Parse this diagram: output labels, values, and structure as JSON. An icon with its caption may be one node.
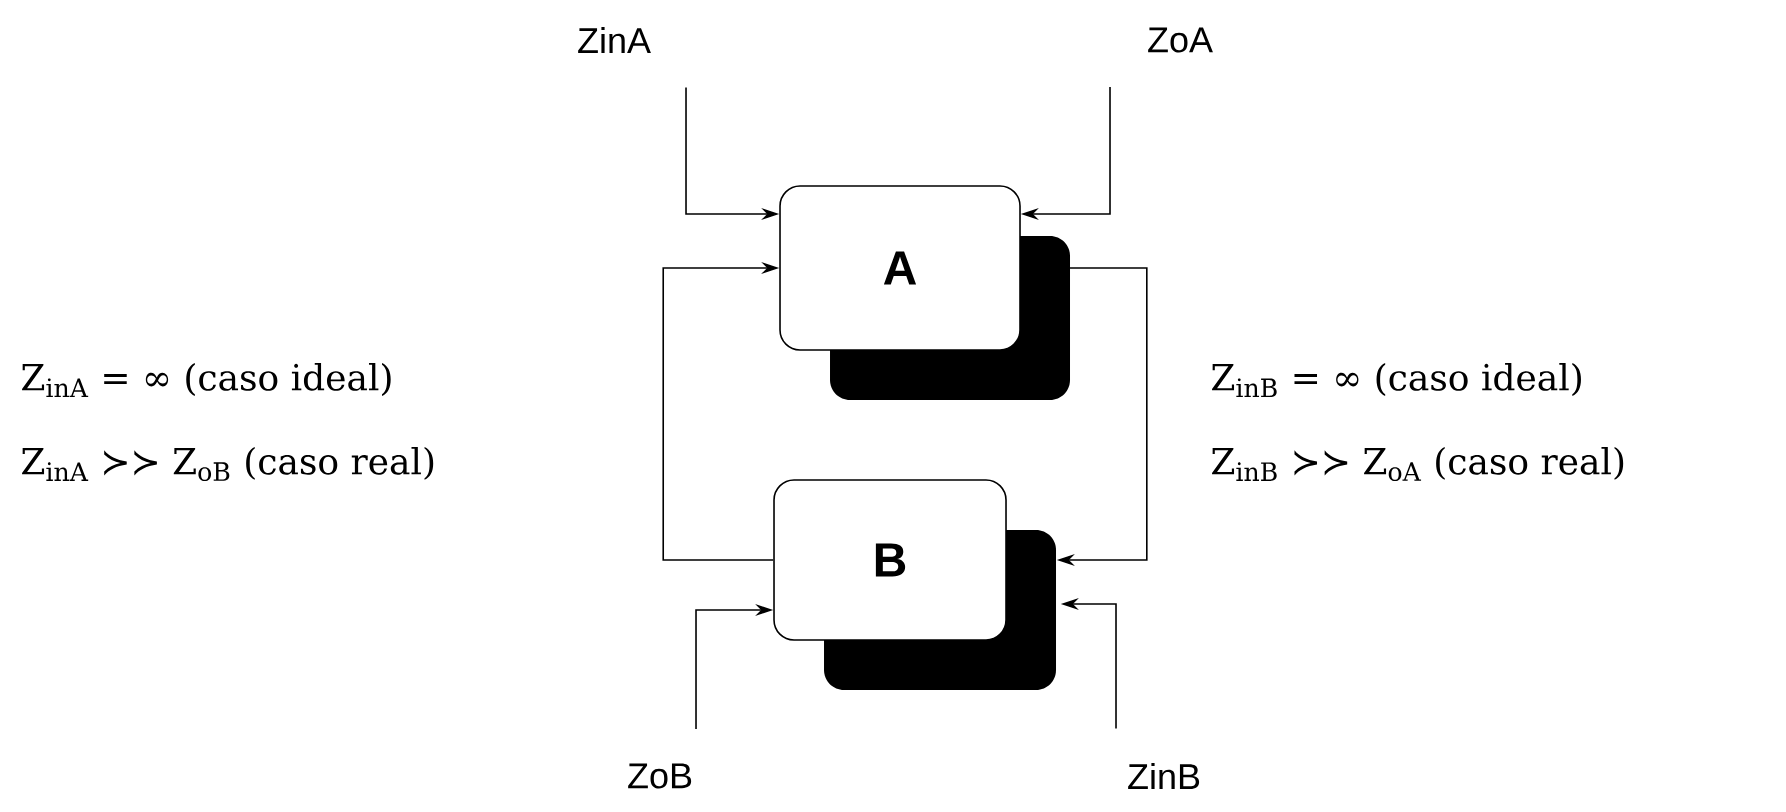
{
  "diagram": {
    "nodes": [
      {
        "text": [
          "A"
        ]
      },
      {
        "text": [
          "B"
        ]
      },
      {
        "text": [
          "ZinA"
        ]
      },
      {
        "text": [
          "ZoA"
        ]
      },
      {
        "text": [
          "ZoB"
        ]
      },
      {
        "text": [
          "ZinB"
        ]
      }
    ],
    "edges": [
      {
        "from": 0,
        "to": 1,
        "arrow": "to"
      },
      {
        "from": 1,
        "to": 0,
        "arrow": "to"
      },
      {
        "from": 2,
        "to": 0,
        "arrow": "to"
      },
      {
        "from": 3,
        "to": 0,
        "arrow": "to"
      },
      {
        "from": 4,
        "to": 1,
        "arrow": "to"
      },
      {
        "from": 5,
        "to": 1,
        "arrow": "to"
      }
    ],
    "labels": [
      "Z$_{inA}$ = ∞ (caso ideal)",
      "Z$_{inB}$ = ∞ (caso ideal)",
      "Z$_{inA}$ ≻≻ Z$_{oB}$ (caso real)",
      "Z$_{inB}$ ≻≻ Z$_{oA}$ (caso real)"
    ]
  }
}
